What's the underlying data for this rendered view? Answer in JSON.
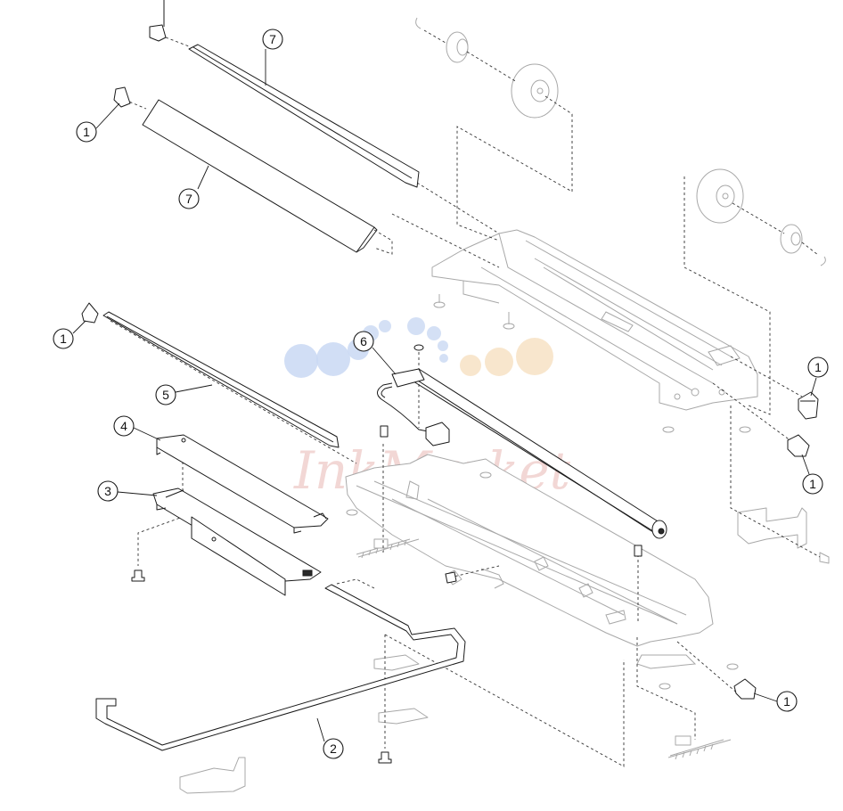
{
  "diagram": {
    "type": "exploded-parts-view",
    "callouts": [
      "1",
      "2",
      "3",
      "4",
      "5",
      "6",
      "7"
    ]
  },
  "watermark": {
    "text": "InkMarket",
    "colors": [
      "#c9d8f3",
      "#f7e2c4",
      "#e8b8b4"
    ]
  }
}
